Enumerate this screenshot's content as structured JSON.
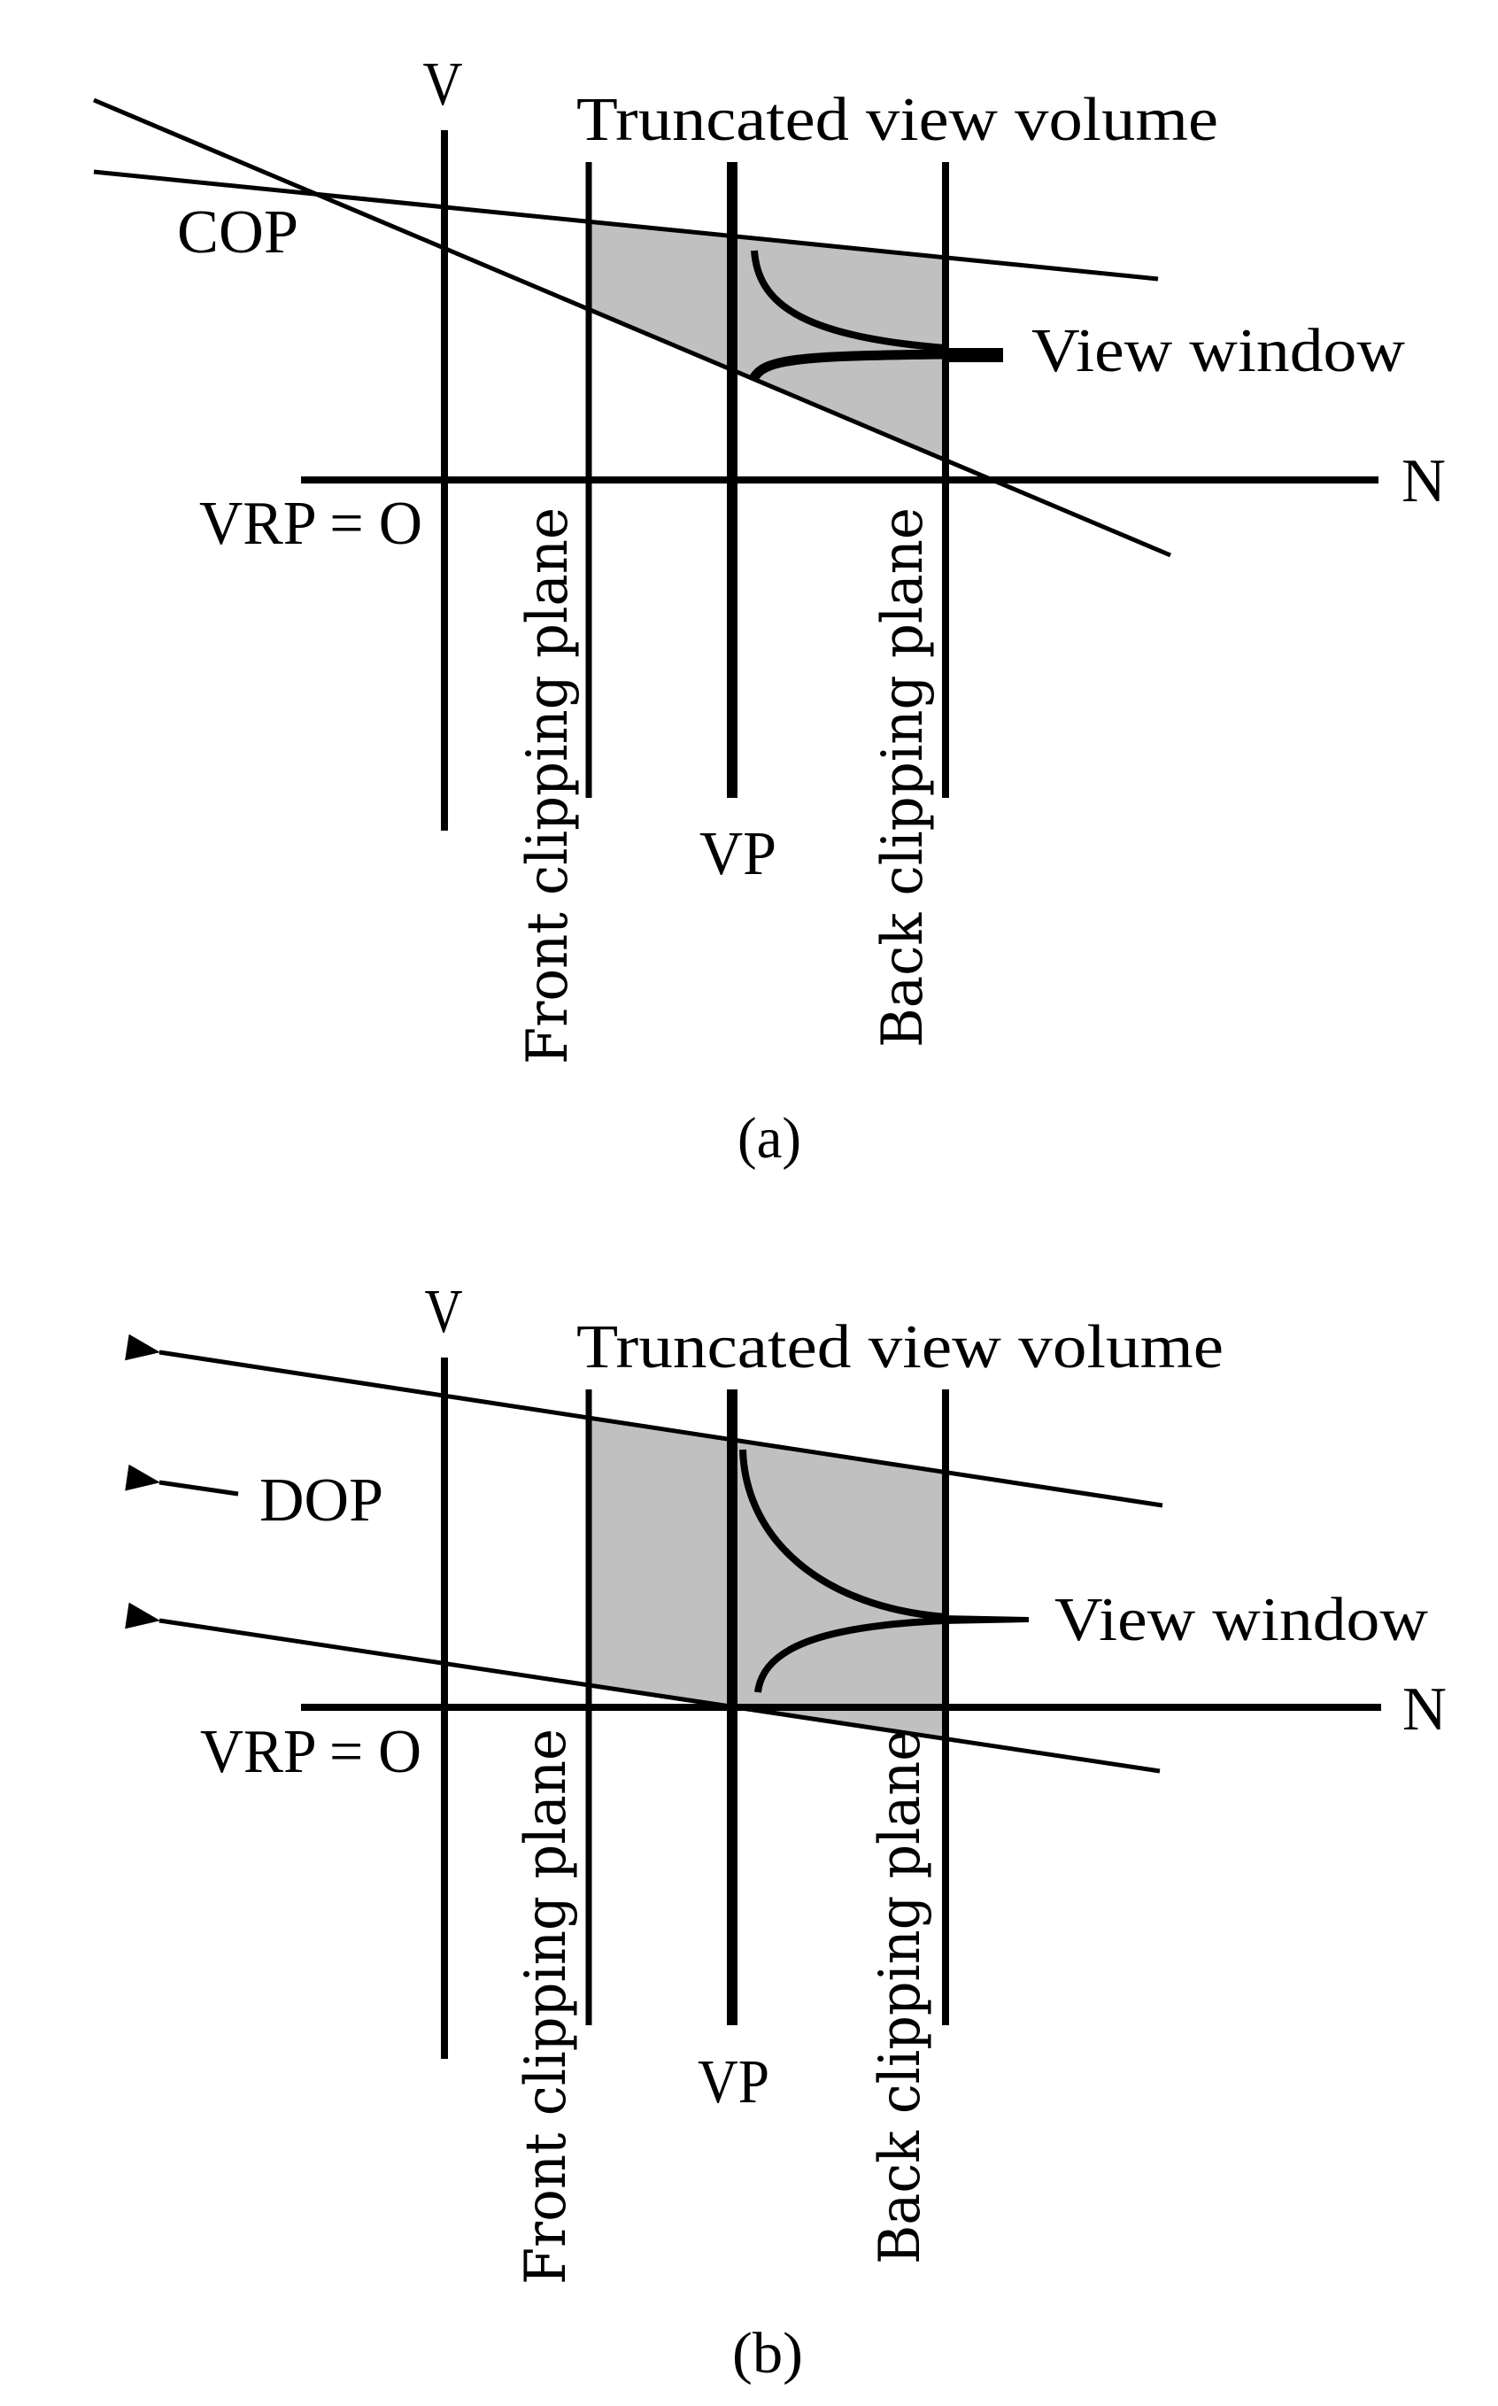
{
  "figure": {
    "colors": {
      "ink": "#000000",
      "volume_fill": "#c0c0c0",
      "background": "#ffffff"
    },
    "panels": [
      {
        "id": "a",
        "projection": "perspective",
        "caption": "(a)",
        "labels": {
          "v_axis": "V",
          "n_axis": "N",
          "title": "Truncated view volume",
          "projector_label": "COP",
          "view_window": "View window",
          "origin": "VRP = O",
          "front_plane": "Front clipping plane",
          "view_plane": "VP",
          "back_plane": "Back clipping plane"
        }
      },
      {
        "id": "b",
        "projection": "parallel",
        "caption": "(b)",
        "labels": {
          "v_axis": "V",
          "n_axis": "N",
          "title": "Truncated view volume",
          "projector_label": "DOP",
          "view_window": "View window",
          "origin": "VRP = O",
          "front_plane": "Front clipping plane",
          "view_plane": "VP",
          "back_plane": "Back clipping plane"
        }
      }
    ]
  }
}
